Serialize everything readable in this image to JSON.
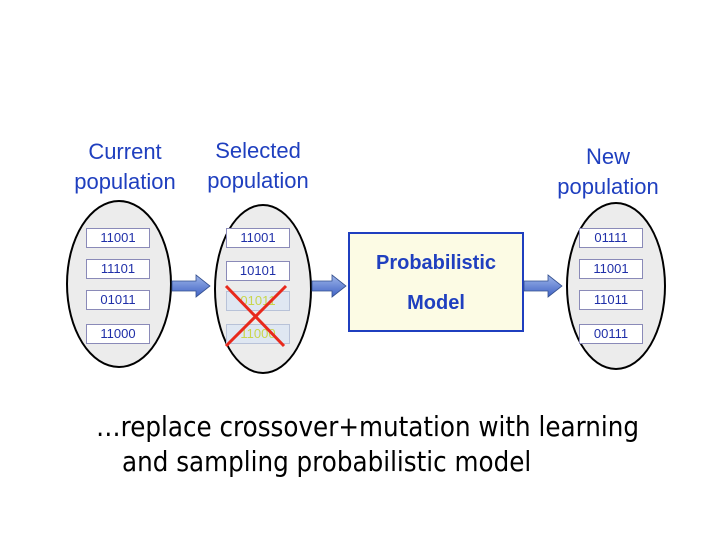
{
  "current": {
    "heading_line1": "Current",
    "heading_line2": "population",
    "items": [
      "11001",
      "11101",
      "01011",
      "11000"
    ]
  },
  "selected": {
    "heading_line1": "Selected",
    "heading_line2": "population",
    "items": [
      "11001",
      "10101",
      "01011",
      "11000"
    ]
  },
  "model": {
    "line1": "Probabilistic",
    "line2": "Model"
  },
  "new_population": {
    "heading_line1": "New",
    "heading_line2": "population",
    "items": [
      "01111",
      "11001",
      "11011",
      "00111"
    ]
  },
  "caption": {
    "line1": "…replace crossover+mutation with learning",
    "line2": "and sampling probabilistic model"
  },
  "colors": {
    "heading": "#1f3fbf",
    "cross": "#e8291c",
    "arrow_fill": "#5b7ed6",
    "model_fill": "#fcfbe4"
  }
}
